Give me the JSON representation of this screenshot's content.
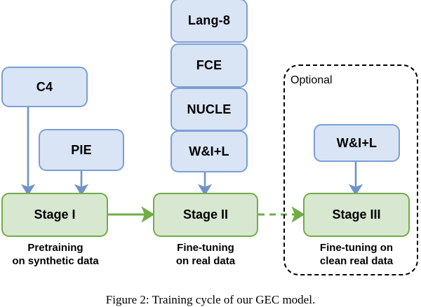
{
  "figure": {
    "caption": "Figure 2: Training cycle of our GEC model.",
    "colors": {
      "dataset_fill": "#d9e4f5",
      "dataset_border": "#7b9fd4",
      "stage_fill": "#d8e7d0",
      "stage_border": "#70ad47",
      "arrow_blue": "#6f93c8",
      "arrow_green": "#70ad47",
      "dashed_border": "#000000"
    }
  },
  "datasets": {
    "c4": {
      "label": "C4"
    },
    "pie": {
      "label": "PIE"
    },
    "stack": [
      {
        "label": "Lang-8"
      },
      {
        "label": "FCE"
      },
      {
        "label": "NUCLE"
      },
      {
        "label": "W&I+L"
      }
    ],
    "optional_dataset": {
      "label": "W&I+L"
    }
  },
  "optional_region": {
    "label": "Optional"
  },
  "stages": [
    {
      "name": "stage-1",
      "label": "Stage I",
      "caption_line1": "Pretraining",
      "caption_line2": "on synthetic data"
    },
    {
      "name": "stage-2",
      "label": "Stage II",
      "caption_line1": "Fine-tuning",
      "caption_line2": "on real data"
    },
    {
      "name": "stage-3",
      "label": "Stage III",
      "caption_line1": "Fine-tuning on",
      "caption_line2": "clean real data"
    }
  ]
}
